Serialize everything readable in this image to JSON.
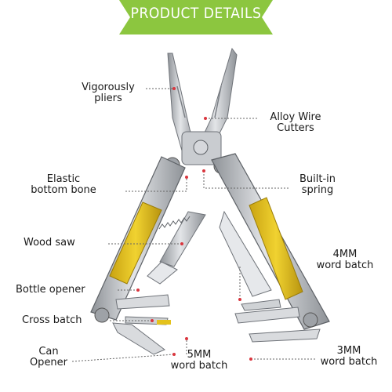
{
  "banner": {
    "title": "PRODUCT DETAILS",
    "color": "#8CC63F"
  },
  "labels": {
    "pliers": [
      "Vigorously",
      "pliers"
    ],
    "wire_cutters": [
      "Alloy Wire",
      "Cutters"
    ],
    "elastic": [
      "Elastic",
      "bottom bone"
    ],
    "spring": [
      "Built-in",
      "spring"
    ],
    "wood_saw": [
      "Wood saw"
    ],
    "bottle_opener": [
      "Bottle opener"
    ],
    "cross_batch": [
      "Cross batch"
    ],
    "can_opener": [
      "Can",
      "Opener"
    ],
    "batch_4mm": [
      "4MM",
      "word batch"
    ],
    "batch_5mm": [
      "5MM",
      "word batch"
    ],
    "batch_3mm": [
      "3MM",
      "word batch"
    ]
  },
  "colors": {
    "steel": "#b9bcc1",
    "steel_dark": "#6e7278",
    "handle_yellow": "#e4c21c",
    "leader_red": "#d9363e"
  }
}
